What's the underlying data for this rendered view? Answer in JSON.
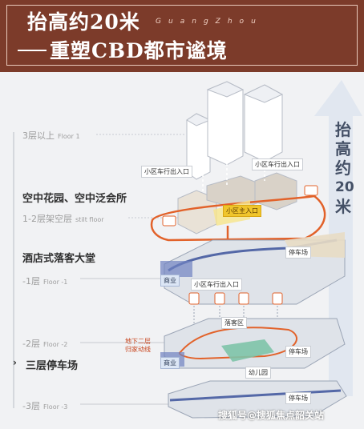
{
  "header": {
    "title": "抬高约20米",
    "city_letters": [
      "G",
      "u",
      "a",
      "n",
      "g",
      "Z",
      "h",
      "o",
      "u"
    ],
    "subtitle": "重塑CBD都市谧境"
  },
  "rise_label": [
    "抬",
    "高",
    "约",
    "20",
    "米"
  ],
  "floors": {
    "floor3": {
      "cn": "3层以上",
      "en": "Floor 1"
    },
    "stilt": {
      "cn": "1-2层架空层",
      "en": "stilt floor"
    },
    "f1": {
      "cn": "-1层",
      "en": "Floor -1"
    },
    "f2": {
      "cn": "-2层",
      "en": "Floor -2"
    },
    "f3": {
      "cn": "-3层",
      "en": "Floor -3"
    }
  },
  "section_labels": {
    "garden": "空中花园、空中泛会所",
    "lobby": "酒店式落客大堂",
    "parking3": "三层停车场",
    "marker": "›"
  },
  "tags": {
    "exit_left": "小区车行出入口",
    "exit_right": "小区车行出入口",
    "main_entrance": "小区主入口",
    "exit_lower": "小区车行出入口",
    "shop1": "商业",
    "shop2": "商业",
    "parking_1": "停车场",
    "parking_2": "停车场",
    "parking_3": "停车场",
    "dropoff": "落客区",
    "kindergarten": "幼儿园",
    "underground": [
      "地下二层",
      "归家动线"
    ]
  },
  "watermark": "搜狐号@搜狐焦点韶关站",
  "colors": {
    "header": "#7c3b2a",
    "route": "#e2622a",
    "accent": "#f0c52c",
    "arrow": "#dfe6ef"
  }
}
